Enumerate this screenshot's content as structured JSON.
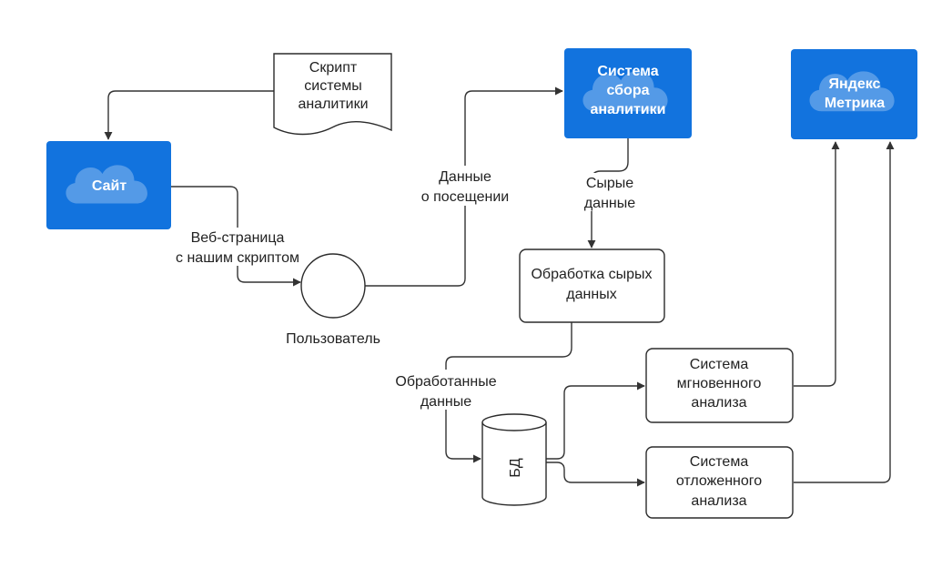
{
  "nodes": {
    "site": {
      "label": "Сайт",
      "icon": "cloud-icon",
      "color": "#1273de"
    },
    "script_doc": {
      "lines": [
        "Скрипт",
        "системы",
        "аналитики"
      ]
    },
    "collect_system": {
      "lines": [
        "Система",
        "сбора",
        "аналитики"
      ],
      "icon": "cloud-icon",
      "color": "#1273de"
    },
    "yandex_metrika": {
      "lines": [
        "Яндекс",
        "Метрика"
      ],
      "icon": "cloud-icon",
      "color": "#1273de"
    },
    "user": {
      "label": "Пользователь"
    },
    "raw_processing": {
      "lines": [
        "Обработка сырых",
        "данных"
      ]
    },
    "db": {
      "label": "БД"
    },
    "instant_analysis": {
      "lines": [
        "Система",
        "мгновенного",
        "анализа"
      ]
    },
    "deferred_analysis": {
      "lines": [
        "Система",
        "отложенного",
        "анализа"
      ]
    }
  },
  "edges": {
    "web_page": {
      "lines": [
        "Веб-страница",
        "с нашим скриптом"
      ]
    },
    "visit_data": {
      "lines": [
        "Данные",
        "о посещении"
      ]
    },
    "raw_data": {
      "lines": [
        "Сырые",
        "данные"
      ]
    },
    "processed_data": {
      "lines": [
        "Обработанные",
        "данные"
      ]
    }
  }
}
